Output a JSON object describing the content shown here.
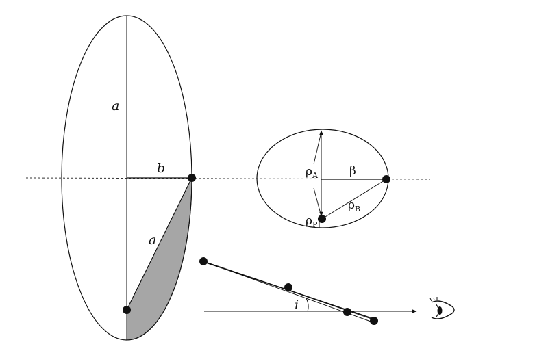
{
  "labels": {
    "major_axis": "a",
    "minor_axis": "b",
    "chord": "a",
    "rho": "ρ",
    "rho_a_sub": "A",
    "rho_b_sub": "B",
    "rho_p_sub": "P",
    "beta": "β",
    "inclination": "i"
  },
  "colors": {
    "stroke": "#111111",
    "shaded_region": "#a6a6a6",
    "background": "#ffffff"
  },
  "icons": {
    "observer": "eye-icon"
  }
}
